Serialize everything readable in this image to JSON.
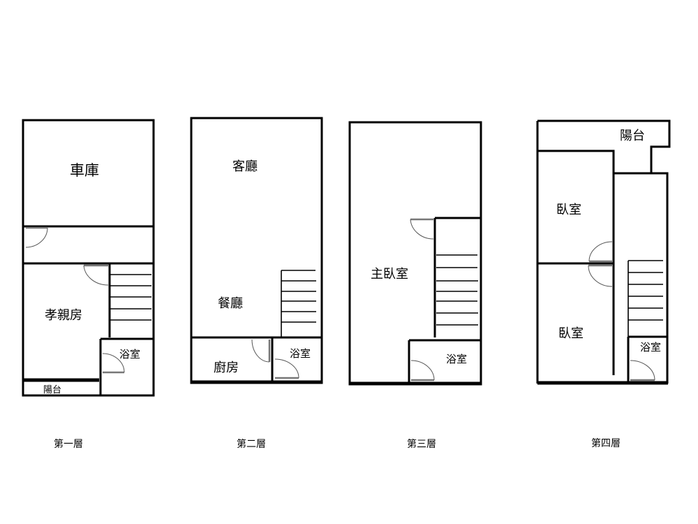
{
  "floors": [
    {
      "label": "第一層",
      "rooms": {
        "garage": "車庫",
        "elder_room": "孝親房",
        "bath": "浴室",
        "balcony": "陽台"
      }
    },
    {
      "label": "第二層",
      "rooms": {
        "living": "客廳",
        "dining": "餐廳",
        "kitchen": "廚房",
        "bath": "浴室"
      }
    },
    {
      "label": "第三層",
      "rooms": {
        "master": "主臥室",
        "bath": "浴室"
      }
    },
    {
      "label": "第四層",
      "rooms": {
        "balcony": "陽台",
        "bedroom1": "臥室",
        "bedroom2": "臥室",
        "bath": "浴室"
      }
    }
  ]
}
